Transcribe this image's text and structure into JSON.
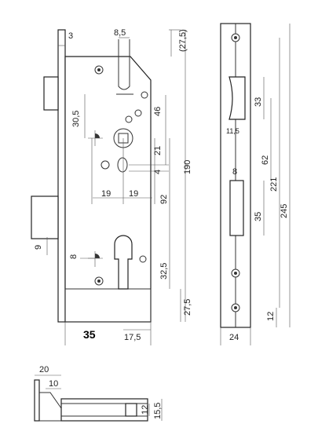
{
  "front_view": {
    "dims": {
      "faceplate_offset": "3",
      "slot_width": "8,5",
      "top_offset": "(27,5)",
      "latch_to_spindle": "30,5",
      "spindle_to_top_screw": "46",
      "spindle_to_bolt": "21",
      "bolt_gap": "4",
      "half_width_left": "19",
      "half_width_right": "19",
      "total_height": "190",
      "center_distance": "92",
      "bottom_side": "9",
      "cylinder_offset": "8",
      "cylinder_to_screw": "32,5",
      "bottom_offset": "27,5",
      "backset_label": "35",
      "right_margin": "17,5"
    }
  },
  "side_view": {
    "dims": {
      "latch_height": "33",
      "latch_inset": "11,5",
      "bolt_width": "8",
      "latch_to_bolt": "62",
      "bolt_height": "35",
      "screw_span": "221",
      "faceplate_length": "245",
      "bottom_screw": "12",
      "faceplate_width": "24"
    }
  },
  "bottom_view": {
    "dims": {
      "outer_width": "20",
      "inner_width": "10",
      "bolt_thickness": "12",
      "case_thickness": "15,5"
    }
  }
}
